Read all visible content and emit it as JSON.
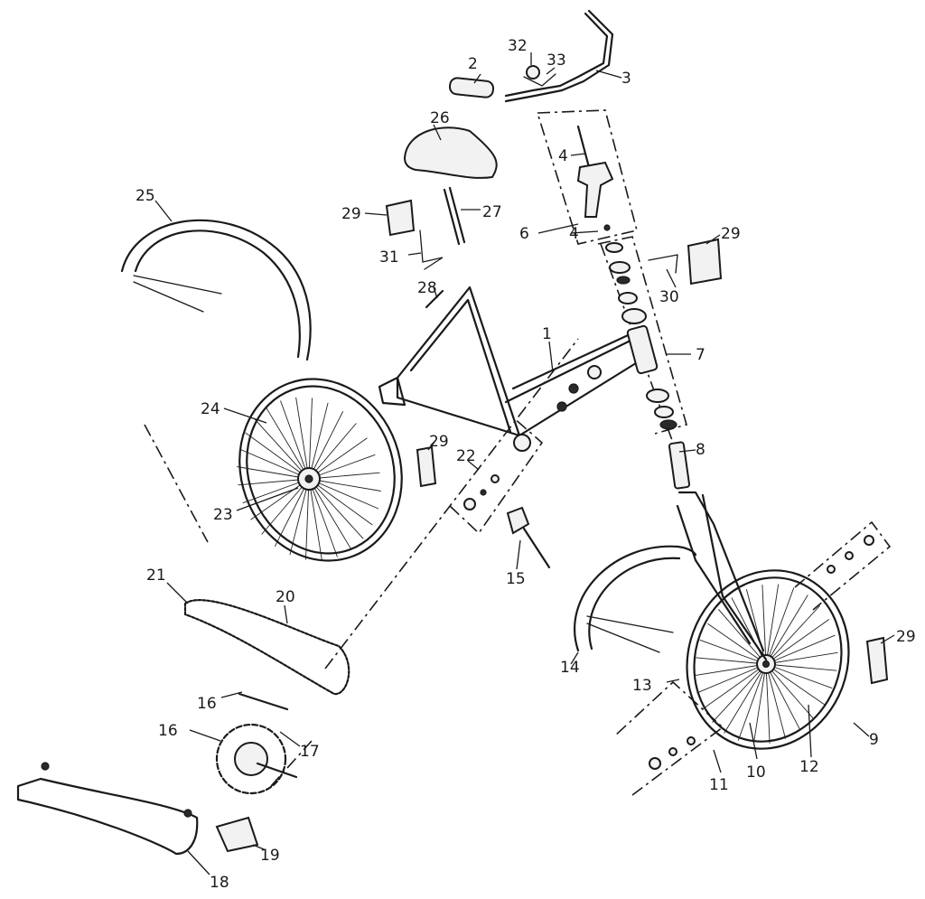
{
  "labels": {
    "l1": "1",
    "l2": "2",
    "l3": "3",
    "l4a": "4",
    "l4b": "4",
    "l6": "6",
    "l7": "7",
    "l8": "8",
    "l9": "9",
    "l10": "10",
    "l11": "11",
    "l12": "12",
    "l13": "13",
    "l14": "14",
    "l15": "15",
    "l16a": "16",
    "l16b": "16",
    "l17": "17",
    "l18": "18",
    "l19": "19",
    "l20": "20",
    "l21": "21",
    "l22": "22",
    "l23": "23",
    "l24": "24",
    "l25": "25",
    "l26": "26",
    "l27": "27",
    "l28": "28",
    "l29a": "29",
    "l29b": "29",
    "l29c": "29",
    "l29d": "29",
    "l30": "30",
    "l31": "31",
    "l32": "32",
    "l33": "33"
  }
}
